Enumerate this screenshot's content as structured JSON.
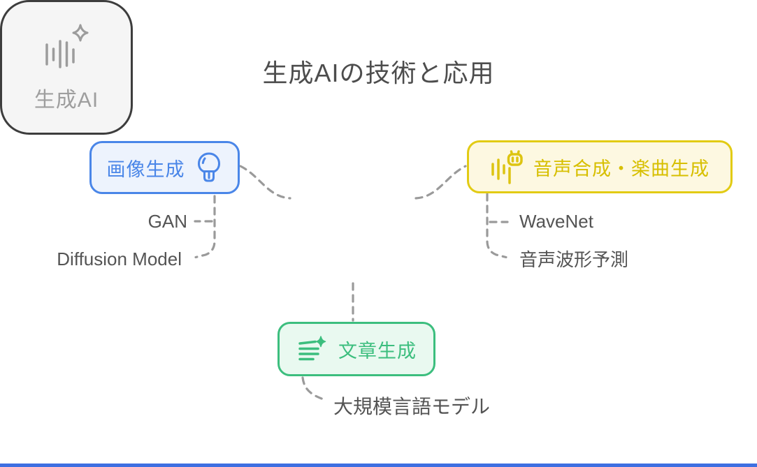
{
  "title": "生成AIの技術と応用",
  "center": {
    "label": "生成AI",
    "icon": "ai-soundbars-sparkle-icon"
  },
  "nodes": {
    "image": {
      "label": "画像生成",
      "icon": "lightbulb-icon",
      "children": [
        "GAN",
        "Diffusion Model"
      ]
    },
    "audio": {
      "label": "音声合成・楽曲生成",
      "icon": "robot-audio-icon",
      "children": [
        "WaveNet",
        "音声波形予測"
      ]
    },
    "text": {
      "label": "文章生成",
      "icon": "text-lines-sparkle-icon",
      "children": [
        "大規模言語モデル"
      ]
    }
  },
  "colors": {
    "title_text": "#4d4d4d",
    "blue_accent": "#4a86e8",
    "blue_fill": "#edf3fd",
    "yellow_accent": "#e2cb14",
    "yellow_fill": "#fdf8e1",
    "green_accent": "#3cbe7e",
    "green_fill": "#e9f9f0",
    "center_border": "#3d3d3d",
    "center_fill": "#f5f5f5",
    "center_gray": "#9e9e9e",
    "connector_gray": "#9a9a9a",
    "sublabel_text": "#545454",
    "footer_bar": "#3e6fe1"
  }
}
